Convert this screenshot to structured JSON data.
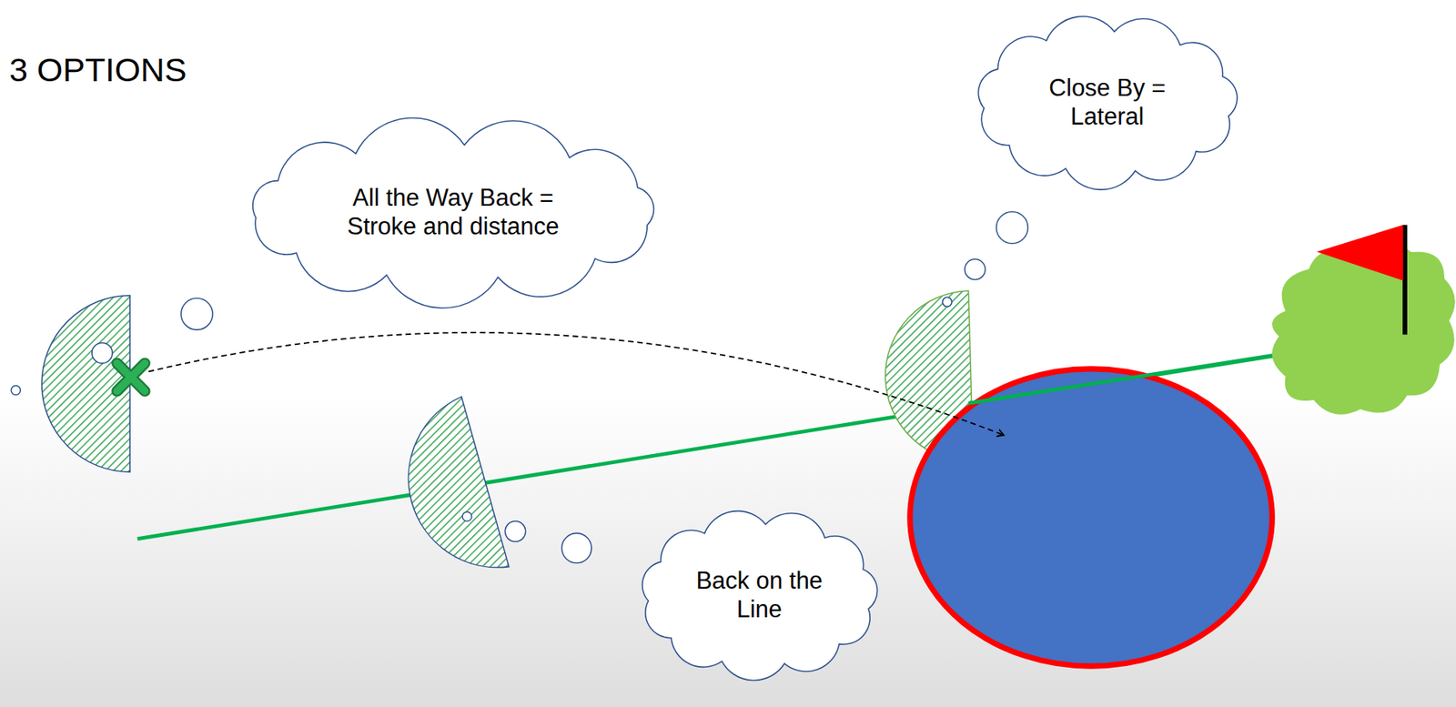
{
  "diagram": {
    "title": "3 OPTIONS",
    "nodes": [
      {
        "text": [
          "All the Way Back = Stroke and distance"
        ]
      },
      {
        "text": [
          "Close By = Lateral"
        ]
      },
      {
        "text": [
          "Back on the Line"
        ]
      }
    ]
  }
}
